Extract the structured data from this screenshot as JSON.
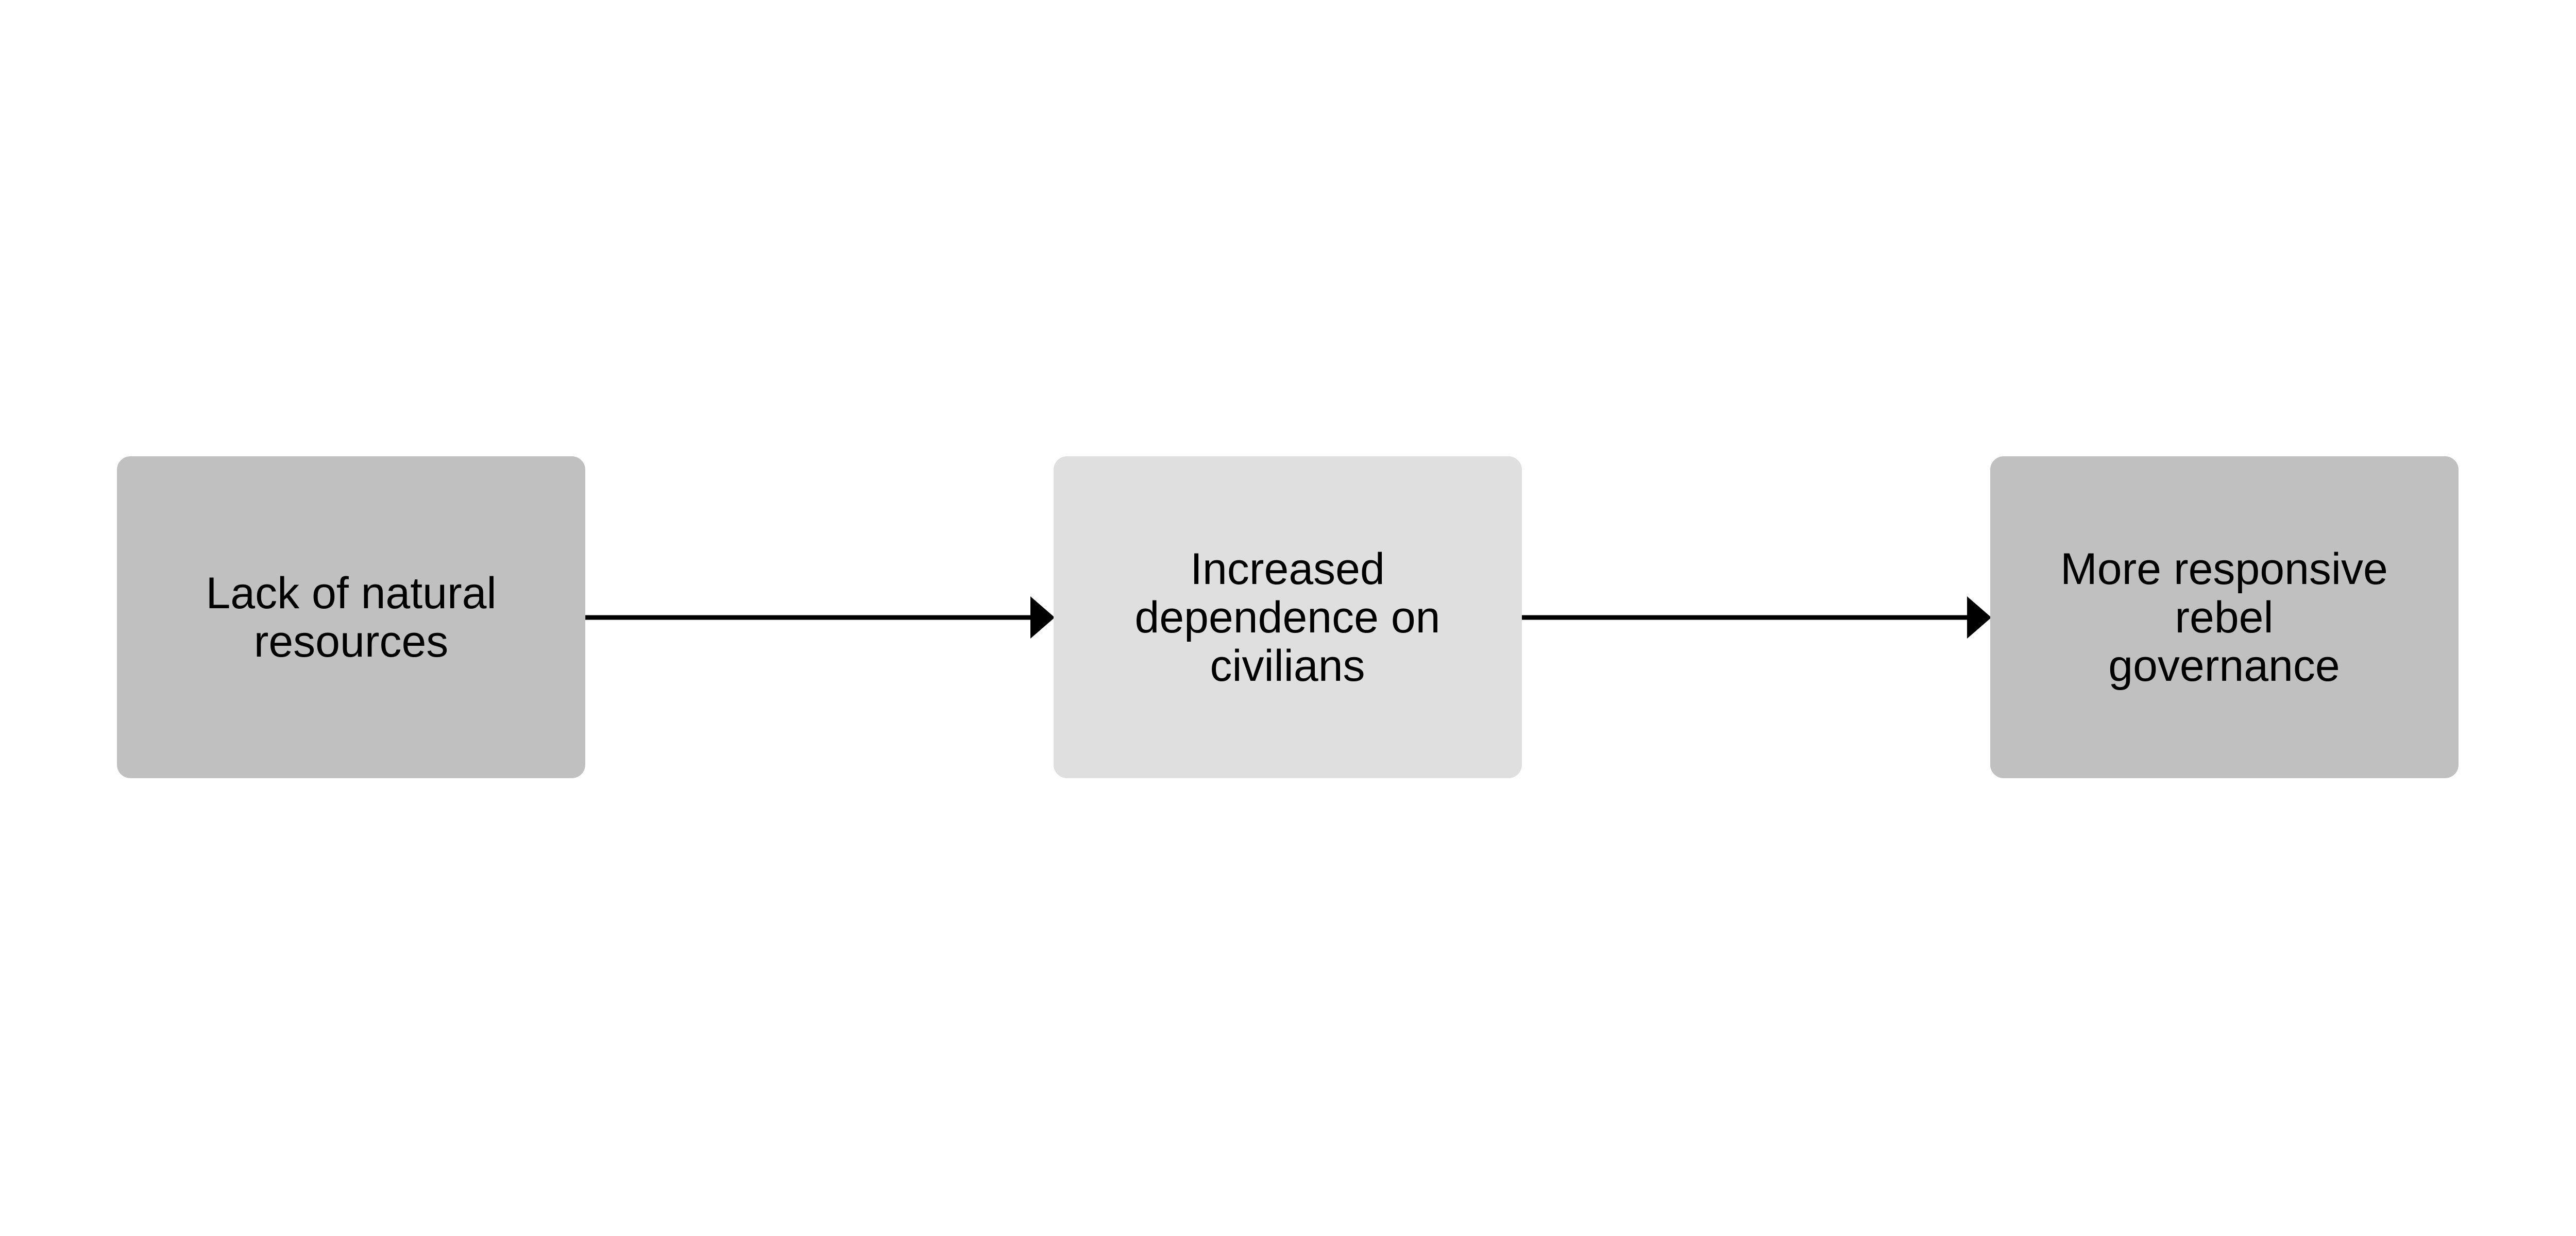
{
  "diagram": {
    "nodes": [
      {
        "id": "n1",
        "lines": [
          "Lack of natural",
          "resources"
        ],
        "fill": "#c0c0c0"
      },
      {
        "id": "n2",
        "lines": [
          "Increased",
          "dependence on",
          "civilians"
        ],
        "fill": "#dfdfdf"
      },
      {
        "id": "n3",
        "lines": [
          "More responsive",
          "rebel",
          "governance"
        ],
        "fill": "#c0c0c0"
      }
    ],
    "edges": [
      {
        "from": "n1",
        "to": "n2"
      },
      {
        "from": "n2",
        "to": "n3"
      }
    ],
    "edge_color": "#000000"
  }
}
